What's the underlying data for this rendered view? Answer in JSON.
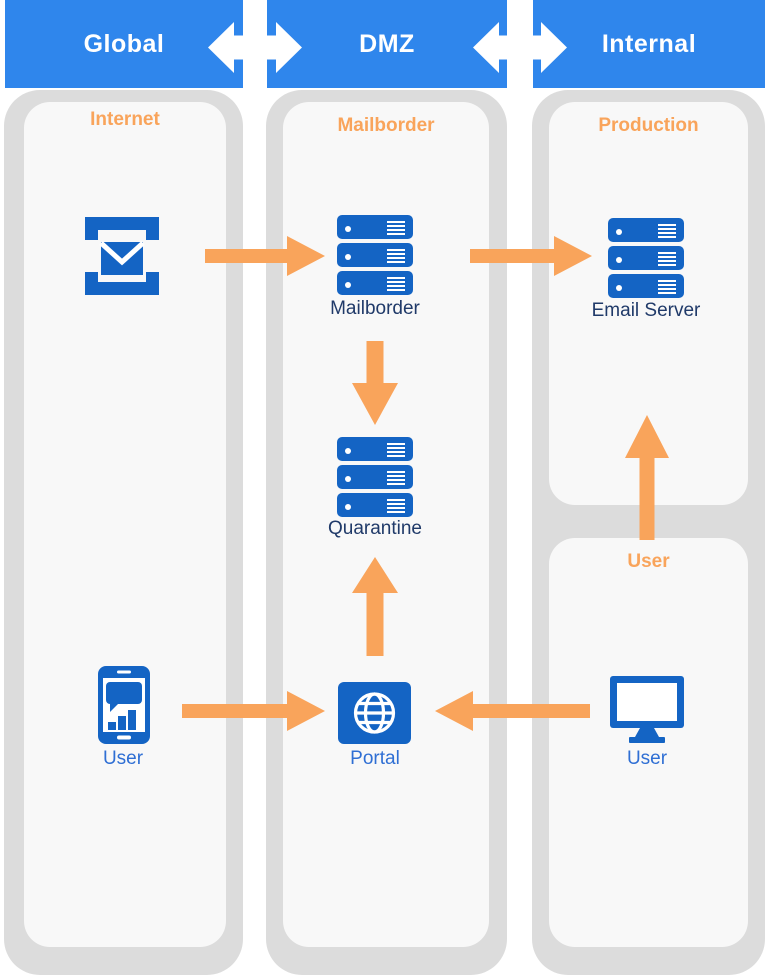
{
  "colors": {
    "header_blue": "#2F86EC",
    "icon_blue": "#1464C4",
    "arrow_orange": "#F9A45B",
    "column_gray": "#DCDCDC",
    "panel_bg": "#F8F8F8",
    "label_navy": "#203A69",
    "label_blue": "#2F6FD4",
    "header_text": "#FFFFFF"
  },
  "header": {
    "zones": [
      {
        "label": "Global"
      },
      {
        "label": "DMZ"
      },
      {
        "label": "Internal"
      }
    ]
  },
  "panels": {
    "global": {
      "title": "Internet"
    },
    "dmz": {
      "title": "Mailborder"
    },
    "production": {
      "title": "Production"
    },
    "internal_user": {
      "title": "User"
    }
  },
  "nodes": {
    "internet_mail": {
      "label": "",
      "icon": "email-envelope-icon",
      "zone": "Global"
    },
    "mailborder": {
      "label": "Mailborder",
      "icon": "server-stack-icon",
      "zone": "DMZ"
    },
    "email_server": {
      "label": "Email Server",
      "icon": "server-stack-icon",
      "zone": "Internal"
    },
    "quarantine": {
      "label": "Quarantine",
      "icon": "server-stack-icon",
      "zone": "DMZ"
    },
    "portal": {
      "label": "Portal",
      "icon": "globe-icon",
      "zone": "DMZ"
    },
    "global_user": {
      "label": "User",
      "icon": "smartphone-icon",
      "zone": "Global"
    },
    "internal_user": {
      "label": "User",
      "icon": "monitor-icon",
      "zone": "Internal"
    }
  },
  "connections": [
    {
      "from": "Global zone",
      "to": "DMZ zone",
      "direction": "bidirectional",
      "color": "white"
    },
    {
      "from": "DMZ zone",
      "to": "Internal zone",
      "direction": "bidirectional",
      "color": "white"
    },
    {
      "from": "internet_mail",
      "to": "mailborder",
      "direction": "right",
      "color": "orange"
    },
    {
      "from": "mailborder",
      "to": "email_server",
      "direction": "right",
      "color": "orange"
    },
    {
      "from": "mailborder",
      "to": "quarantine",
      "direction": "down",
      "color": "orange"
    },
    {
      "from": "portal",
      "to": "quarantine",
      "direction": "up",
      "color": "orange"
    },
    {
      "from": "global_user",
      "to": "portal",
      "direction": "right",
      "color": "orange"
    },
    {
      "from": "internal_user",
      "to": "portal",
      "direction": "left",
      "color": "orange"
    },
    {
      "from": "internal_user",
      "to": "email_server",
      "direction": "up",
      "color": "orange"
    }
  ]
}
